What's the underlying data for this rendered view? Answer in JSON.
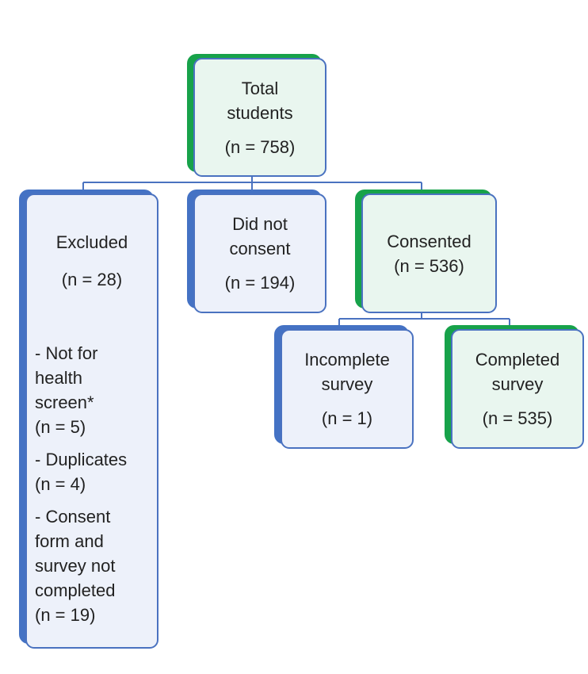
{
  "colors": {
    "green": "#17a24a",
    "blue": "#4472c4",
    "green_fill": "#e9f6ef",
    "blue_fill": "#edf1fa",
    "border": "#4a72c0"
  },
  "total": {
    "label": "Total\nstudents",
    "count": "(n = 758)"
  },
  "excluded": {
    "label": "Excluded",
    "count": "(n = 28)",
    "reasons": [
      {
        "label": "- Not for\nhealth\nscreen*",
        "count": "(n = 5)"
      },
      {
        "label": "- Duplicates",
        "count": "(n = 4)"
      },
      {
        "label": "- Consent\nform and\nsurvey not\ncompleted",
        "count": "(n = 19)"
      }
    ]
  },
  "not_consented": {
    "label": "Did not\nconsent",
    "count": "(n = 194)"
  },
  "consented": {
    "label": "Consented",
    "count": "(n = 536)"
  },
  "incomplete": {
    "label": "Incomplete\nsurvey",
    "count": "(n = 1)"
  },
  "completed": {
    "label": "Completed\nsurvey",
    "count": "(n = 535)"
  }
}
